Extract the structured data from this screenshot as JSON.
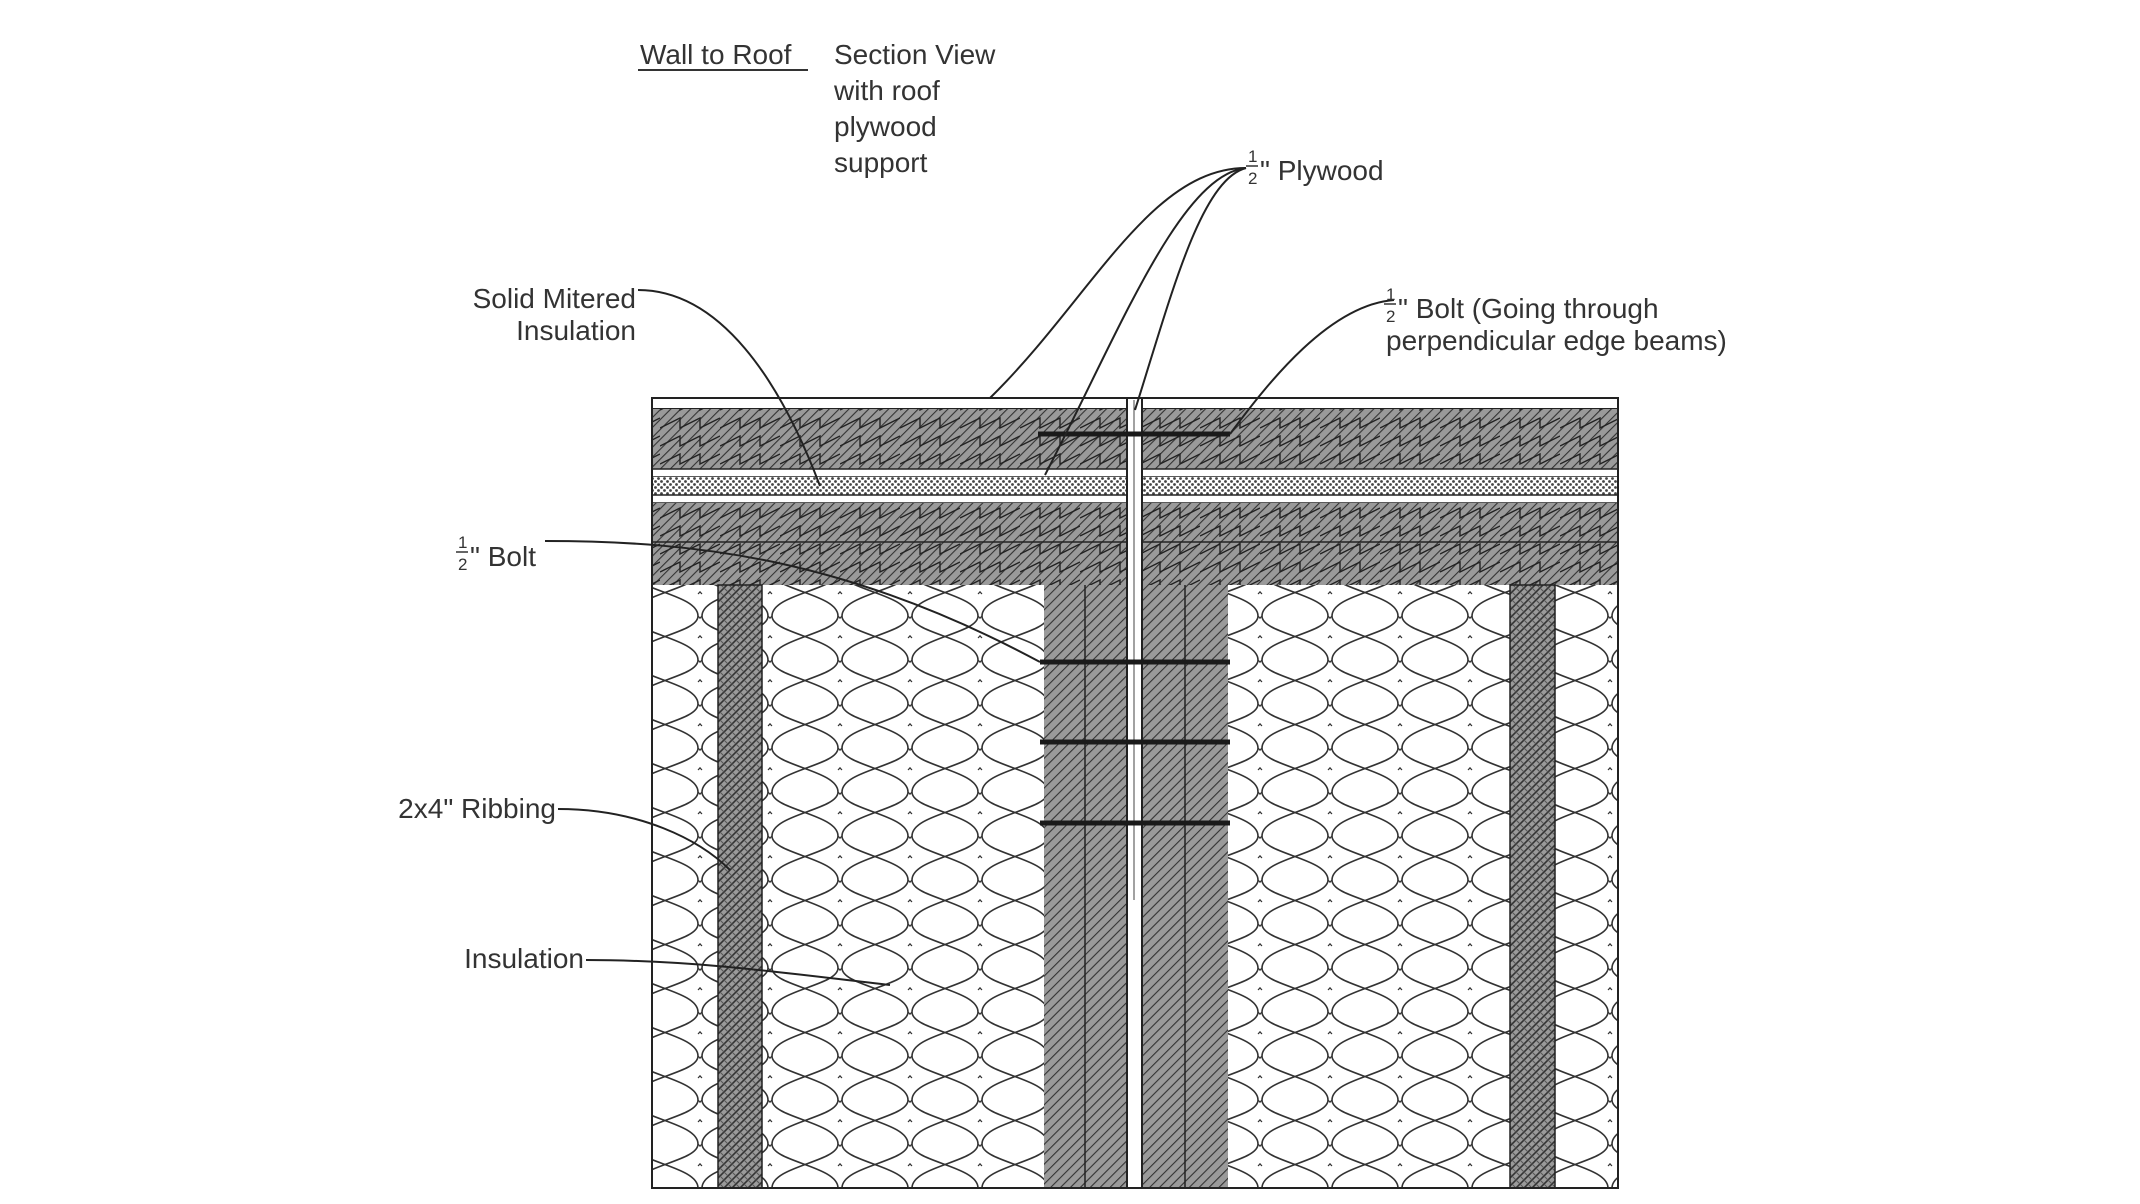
{
  "title": {
    "heading": "Wall to Roof",
    "subtitle_lines": [
      "Section View",
      "with roof",
      "plywood",
      "support"
    ]
  },
  "labels": {
    "plywood": {
      "fraction_num": "1",
      "fraction_den": "2",
      "text": "\" Plywood"
    },
    "solid_mitered": {
      "line1": "Solid Mitered",
      "line2": "Insulation"
    },
    "bolt_edge": {
      "fraction_num": "1",
      "fraction_den": "2",
      "line1": "\" Bolt (Going through",
      "line2": "perpendicular edge beams)"
    },
    "bolt": {
      "fraction_num": "1",
      "fraction_den": "2",
      "text": "\" Bolt"
    },
    "ribbing": {
      "text": "2x4\" Ribbing"
    },
    "insulation": {
      "text": "Insulation"
    }
  },
  "colors": {
    "line": "#222222",
    "text": "#333333",
    "hatch_fill": "#7a7a7a",
    "background": "#ffffff"
  }
}
